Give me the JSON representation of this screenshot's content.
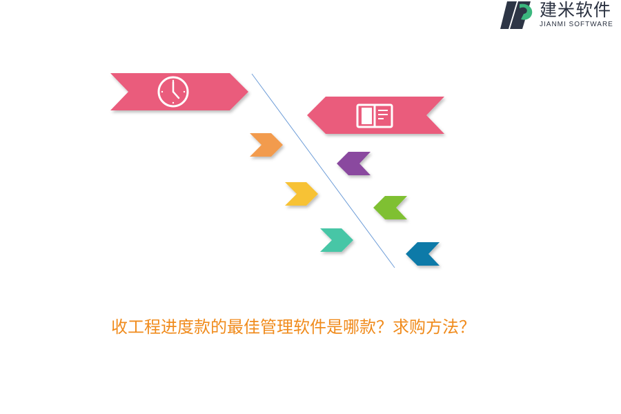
{
  "logo": {
    "name_cn": "建米软件",
    "name_en": "JIANMI SOFTWARE"
  },
  "diagram": {
    "icons": [
      "clock-icon",
      "book-icon"
    ],
    "colors": {
      "pink": "#ea5c7c",
      "orange": "#f29b4d",
      "yellow": "#f7c236",
      "teal": "#47c6a6",
      "purple": "#8a4a9f",
      "green": "#7fc031",
      "blue": "#0f7aa8",
      "line": "#6f9ed8"
    }
  },
  "headline": "收工程进度款的最佳管理软件是哪款？求购方法？"
}
